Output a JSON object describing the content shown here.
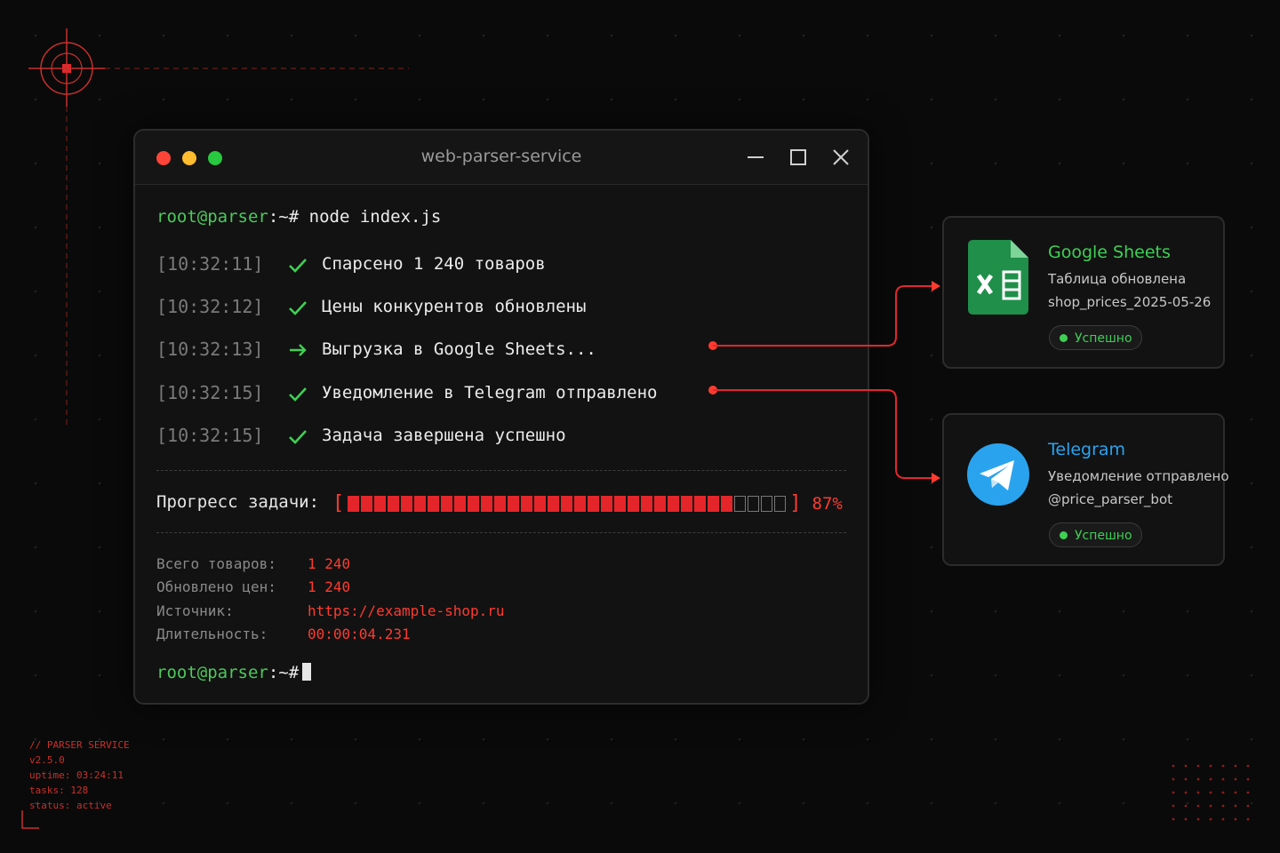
{
  "window": {
    "title": "web-parser-service"
  },
  "terminal": {
    "prompt_user": "root@parser",
    "prompt_suffix": ":~#",
    "command": "node index.js",
    "log": [
      {
        "time": "[10:32:11]",
        "icon": "check-icon",
        "text": "Спарсено 1 240 товаров"
      },
      {
        "time": "[10:32:12]",
        "icon": "check-icon",
        "text": "Цены конкурентов обновлены"
      },
      {
        "time": "[10:32:13]",
        "icon": "arrow-right-icon",
        "text": "Выгрузка в Google Sheets..."
      },
      {
        "time": "[10:32:15]",
        "icon": "check-icon",
        "text": "Уведомление в Telegram отправлено"
      },
      {
        "time": "[10:32:15]",
        "icon": "check-icon",
        "text": "Задача завершена успешно"
      }
    ],
    "progress": {
      "label": "Прогресс задачи:",
      "percent_text": "87%",
      "percent": 87
    },
    "stats": [
      {
        "key": "Всего товаров:",
        "value": "1 240"
      },
      {
        "key": "Обновлено цен:",
        "value": "1 240"
      },
      {
        "key": "Источник:",
        "value": "https://example-shop.ru"
      },
      {
        "key": "Длительность:",
        "value": "00:00:04.231"
      }
    ]
  },
  "cards": {
    "sheets": {
      "title": "Google Sheets",
      "subtitle": "Таблица обновлена",
      "detail": "shop_prices_2025-05-26",
      "status": "Успешно",
      "icon": "google-sheets-icon"
    },
    "telegram": {
      "title": "Telegram",
      "subtitle": "Уведомление отправлено",
      "detail": "@price_parser_bot",
      "status": "Успешно",
      "icon": "telegram-icon"
    }
  },
  "footer": {
    "lines": [
      "// PARSER SERVICE",
      "v2.5.0",
      "uptime: 03:24:11",
      "tasks: 128",
      "status: active"
    ]
  },
  "colors": {
    "accent": "#ff3b30",
    "prompt": "#4cc95c",
    "sheets_title": "#3fcf55",
    "telegram_title": "#2aa3ef"
  }
}
